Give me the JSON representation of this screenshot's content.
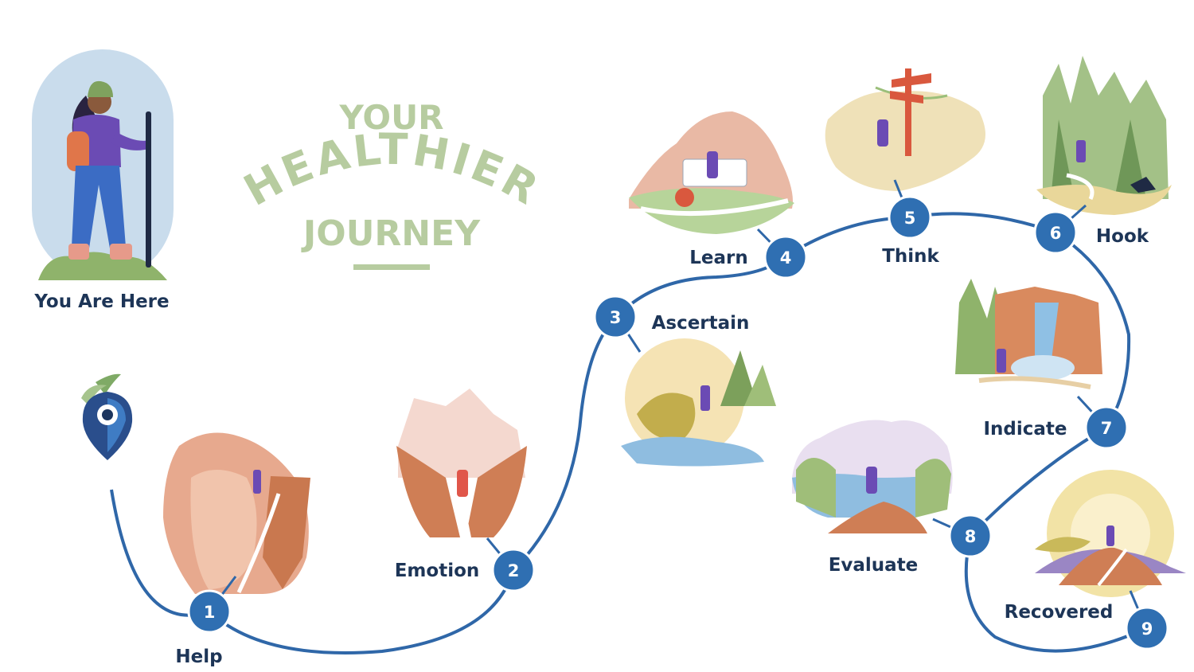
{
  "title": {
    "line1": "YOUR",
    "line2": "HEALTHIER",
    "line3": "JOURNEY"
  },
  "start_label": "You Are Here",
  "colors": {
    "path": "#2f67a8",
    "label": "#1d3557",
    "title": "#b7cca0",
    "marker_fill": "#2f6fb2"
  },
  "icons": [
    "hiker-icon",
    "location-pin-icon"
  ],
  "steps": [
    {
      "number": "1",
      "label": "Help"
    },
    {
      "number": "2",
      "label": "Emotion"
    },
    {
      "number": "3",
      "label": "Ascertain"
    },
    {
      "number": "4",
      "label": "Learn"
    },
    {
      "number": "5",
      "label": "Think"
    },
    {
      "number": "6",
      "label": "Hook"
    },
    {
      "number": "7",
      "label": "Indicate"
    },
    {
      "number": "8",
      "label": "Evaluate"
    },
    {
      "number": "9",
      "label": "Recovered"
    }
  ]
}
